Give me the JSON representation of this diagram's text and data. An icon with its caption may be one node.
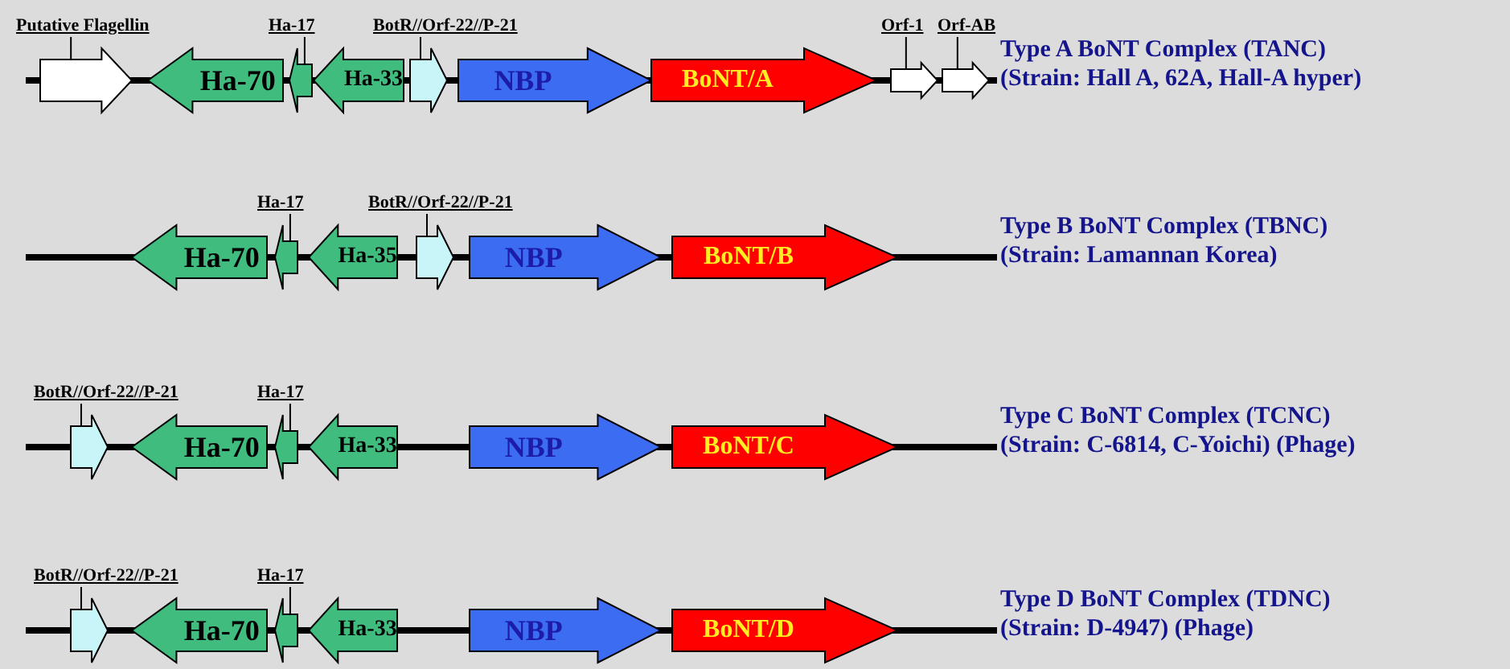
{
  "diagram": {
    "nodes": [
      {
        "text": [
          "Putative Flagellin"
        ]
      },
      {
        "text": [],
        "shape": "arrow"
      },
      {
        "text": [
          "Ha-70"
        ]
      },
      {
        "text": [
          "Ha-17"
        ]
      },
      {
        "text": [],
        "shape": "arrow"
      },
      {
        "text": [
          "Ha-33"
        ]
      },
      {
        "text": [
          "BotR//Orf-22//P-21"
        ]
      },
      {
        "text": [],
        "shape": "arrow"
      },
      {
        "text": [
          "NBP"
        ]
      },
      {
        "text": [
          "BoNT/A"
        ]
      },
      {
        "text": [
          "Orf-1"
        ]
      },
      {
        "text": [],
        "shape": "arrow"
      },
      {
        "text": [
          "Orf-AB"
        ]
      },
      {
        "text": [],
        "shape": "arrow"
      },
      {
        "text": [
          "Ha-70"
        ]
      },
      {
        "text": [
          "Ha-17"
        ]
      },
      {
        "text": [],
        "shape": "arrow"
      },
      {
        "text": [
          "Ha-35"
        ]
      },
      {
        "text": [
          "BotR//Orf-22//P-21"
        ]
      },
      {
        "text": [],
        "shape": "arrow"
      },
      {
        "text": [
          "NBP"
        ]
      },
      {
        "text": [
          "BoNT/B"
        ]
      },
      {
        "text": [
          "BotR//Orf-22//P-21"
        ]
      },
      {
        "text": [],
        "shape": "arrow"
      },
      {
        "text": [
          "Ha-70"
        ]
      },
      {
        "text": [
          "Ha-17"
        ]
      },
      {
        "text": [],
        "shape": "arrow"
      },
      {
        "text": [
          "Ha-33"
        ]
      },
      {
        "text": [
          "NBP"
        ]
      },
      {
        "text": [
          "BoNT/C"
        ]
      },
      {
        "text": [
          "BotR//Orf-22//P-21"
        ]
      },
      {
        "text": [],
        "shape": "arrow"
      },
      {
        "text": [
          "Ha-70"
        ]
      },
      {
        "text": [
          "Ha-17"
        ]
      },
      {
        "text": [],
        "shape": "arrow"
      },
      {
        "text": [
          "Ha-33"
        ]
      },
      {
        "text": [
          "NBP"
        ]
      },
      {
        "text": [
          "BoNT/D"
        ]
      }
    ],
    "edges": [
      {
        "from": 0,
        "to": 1,
        "arrow": "none"
      },
      {
        "from": 3,
        "to": 4,
        "arrow": "none"
      },
      {
        "from": 6,
        "to": 7,
        "arrow": "none"
      },
      {
        "from": 10,
        "to": 11,
        "arrow": "none"
      },
      {
        "from": 12,
        "to": 13,
        "arrow": "none"
      },
      {
        "from": 15,
        "to": 16,
        "arrow": "none"
      },
      {
        "from": 18,
        "to": 19,
        "arrow": "none"
      },
      {
        "from": 22,
        "to": 23,
        "arrow": "none"
      },
      {
        "from": 25,
        "to": 26,
        "arrow": "none"
      },
      {
        "from": 30,
        "to": 31,
        "arrow": "none"
      },
      {
        "from": 33,
        "to": 34,
        "arrow": "none"
      }
    ],
    "labels": [
      "Type A BoNT Complex (TANC)",
      "(Strain: Hall A, 62A, Hall-A hyper)",
      "Type B BoNT Complex (TBNC)",
      "(Strain: Lamannan Korea)",
      "Type C BoNT Complex (TCNC)",
      "(Strain: C-6814, C-Yoichi) (Phage)",
      "Type D BoNT Complex (TDNC)",
      "(Strain: D-4947) (Phage)"
    ]
  }
}
